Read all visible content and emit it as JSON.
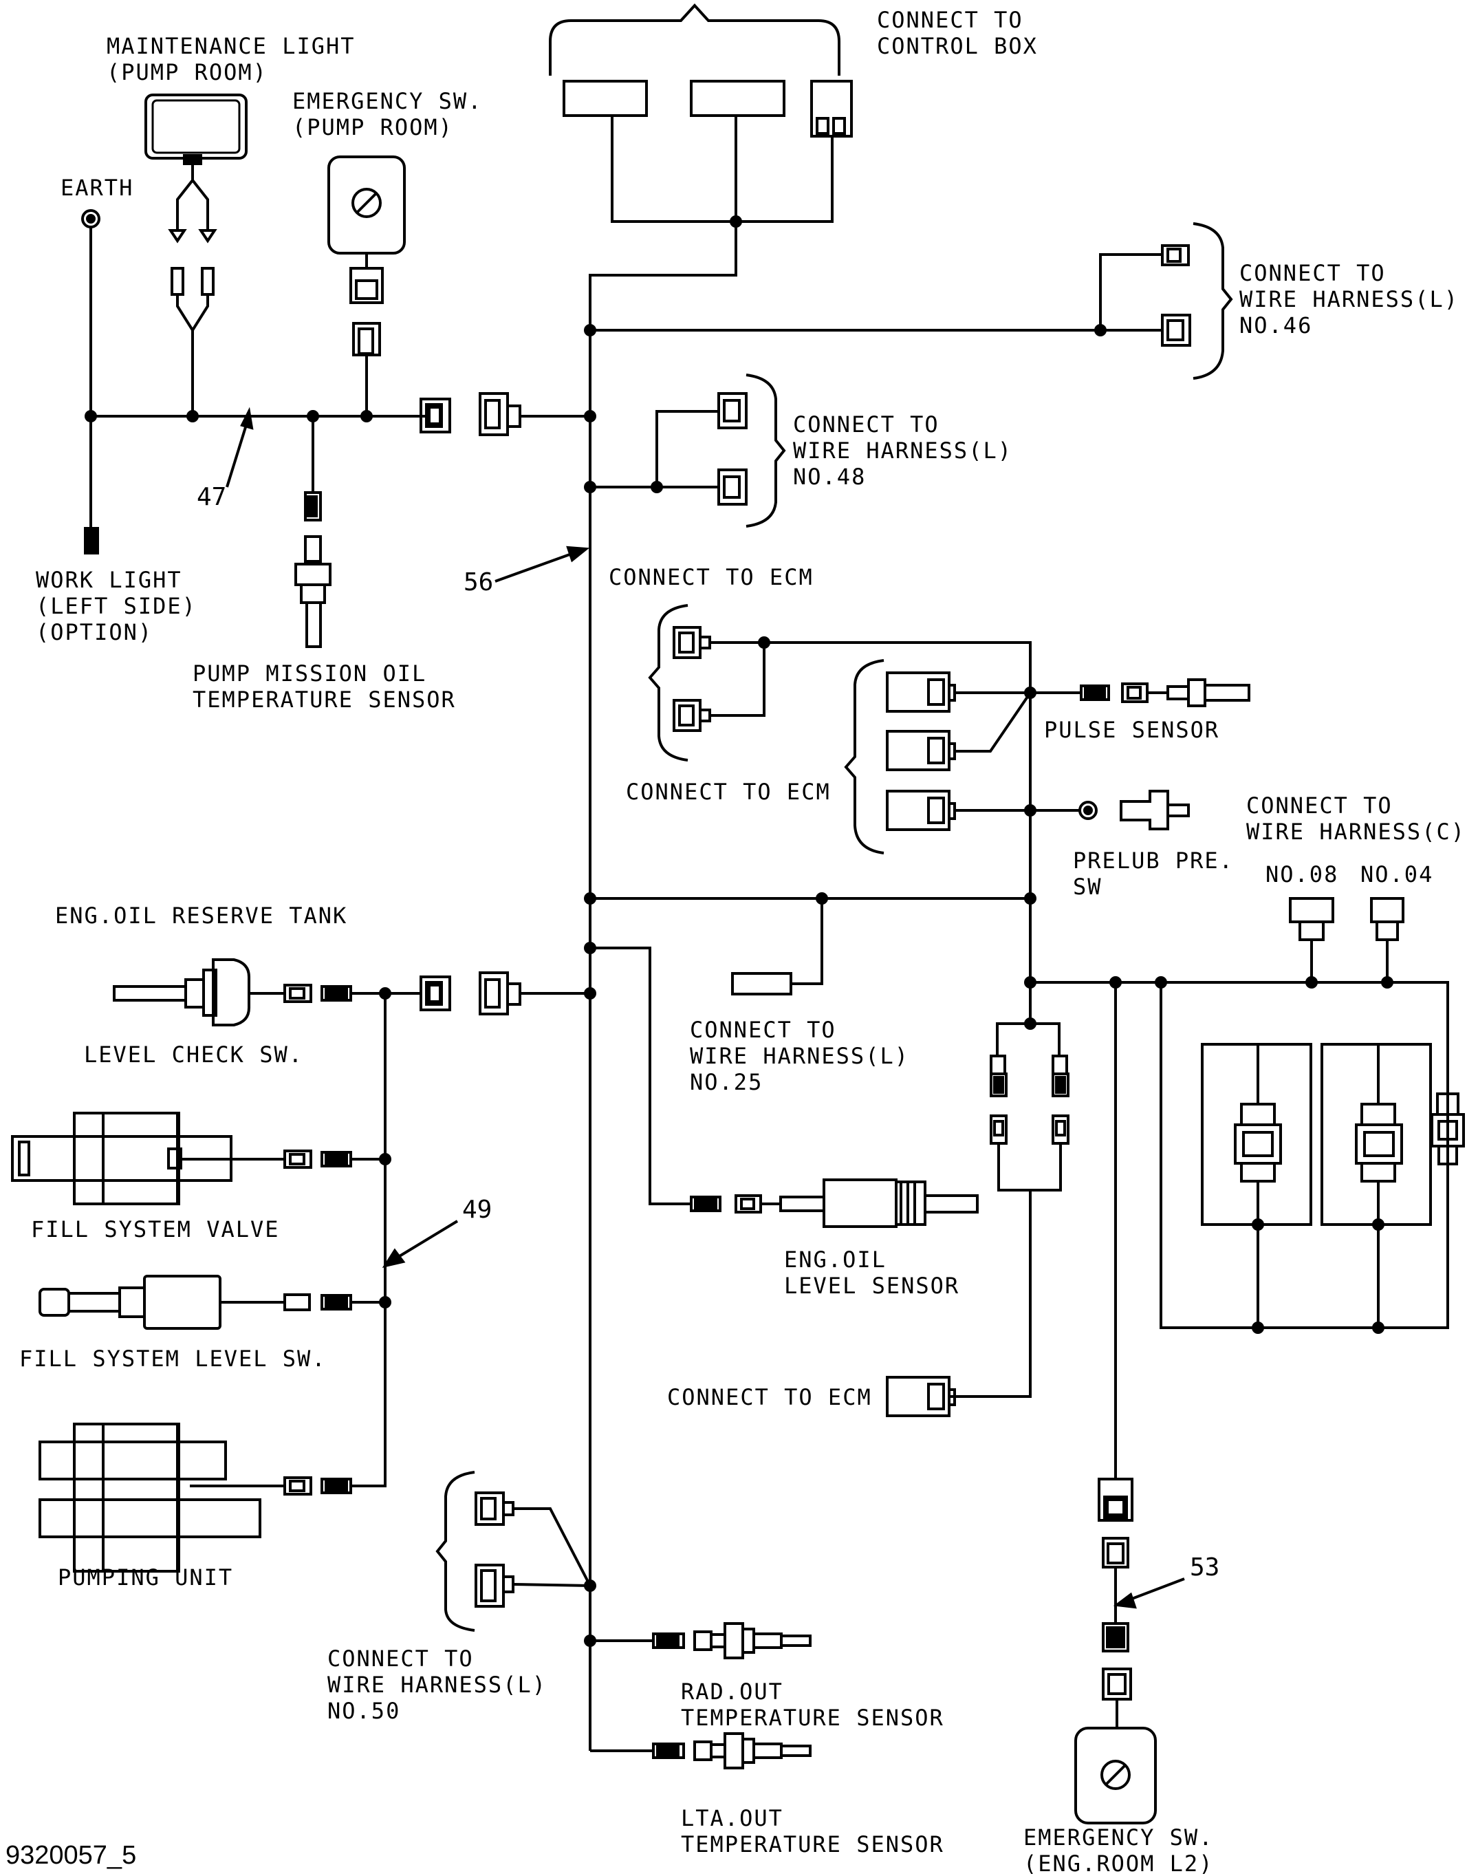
{
  "figure_id": "9320057_5",
  "labels": {
    "control_box": [
      "CONNECT TO",
      "CONTROL BOX"
    ],
    "maintenance_light": [
      "MAINTENANCE LIGHT",
      "(PUMP ROOM)"
    ],
    "emergency_sw_pump": [
      "EMERGENCY SW.",
      "(PUMP ROOM)"
    ],
    "earth": "EARTH",
    "harness_l_46": [
      "CONNECT TO",
      "WIRE HARNESS(L)",
      "NO.46"
    ],
    "harness_l_48": [
      "CONNECT TO",
      "WIRE HARNESS(L)",
      "NO.48"
    ],
    "work_light": [
      "WORK LIGHT",
      "(LEFT SIDE)",
      "(OPTION)"
    ],
    "pump_mission_sensor": [
      "PUMP MISSION OIL",
      "TEMPERATURE SENSOR"
    ],
    "connect_ecm_1": "CONNECT TO ECM",
    "connect_ecm_2": "CONNECT TO ECM",
    "connect_ecm_3": "CONNECT TO ECM",
    "pulse_sensor": "PULSE SENSOR",
    "prelub_sw": [
      "PRELUB PRE.",
      "SW"
    ],
    "harness_c": [
      "CONNECT TO",
      "WIRE HARNESS(C)"
    ],
    "harness_c_no08": "NO.08",
    "harness_c_no04": "NO.04",
    "eng_oil_reserve_tank": "ENG.OIL RESERVE TANK",
    "level_check_sw": "LEVEL CHECK SW.",
    "harness_l_25": [
      "CONNECT TO",
      "WIRE HARNESS(L)",
      "NO.25"
    ],
    "fill_system_valve": "FILL SYSTEM VALVE",
    "fill_system_level_sw": "FILL SYSTEM LEVEL SW.",
    "eng_oil_level_sensor": [
      "ENG.OIL",
      "LEVEL SENSOR"
    ],
    "pumping_unit": "PUMPING UNIT",
    "harness_l_50": [
      "CONNECT TO",
      "WIRE HARNESS(L)",
      "NO.50"
    ],
    "rad_out_sensor": [
      "RAD.OUT",
      "TEMPERATURE SENSOR"
    ],
    "lta_out_sensor": [
      "LTA.OUT",
      "TEMPERATURE SENSOR"
    ],
    "emergency_sw_eng": [
      "EMERGENCY SW.",
      "(ENG.ROOM L2)"
    ]
  },
  "callouts": {
    "c47": "47",
    "c56": "56",
    "c49": "49",
    "c53": "53"
  }
}
